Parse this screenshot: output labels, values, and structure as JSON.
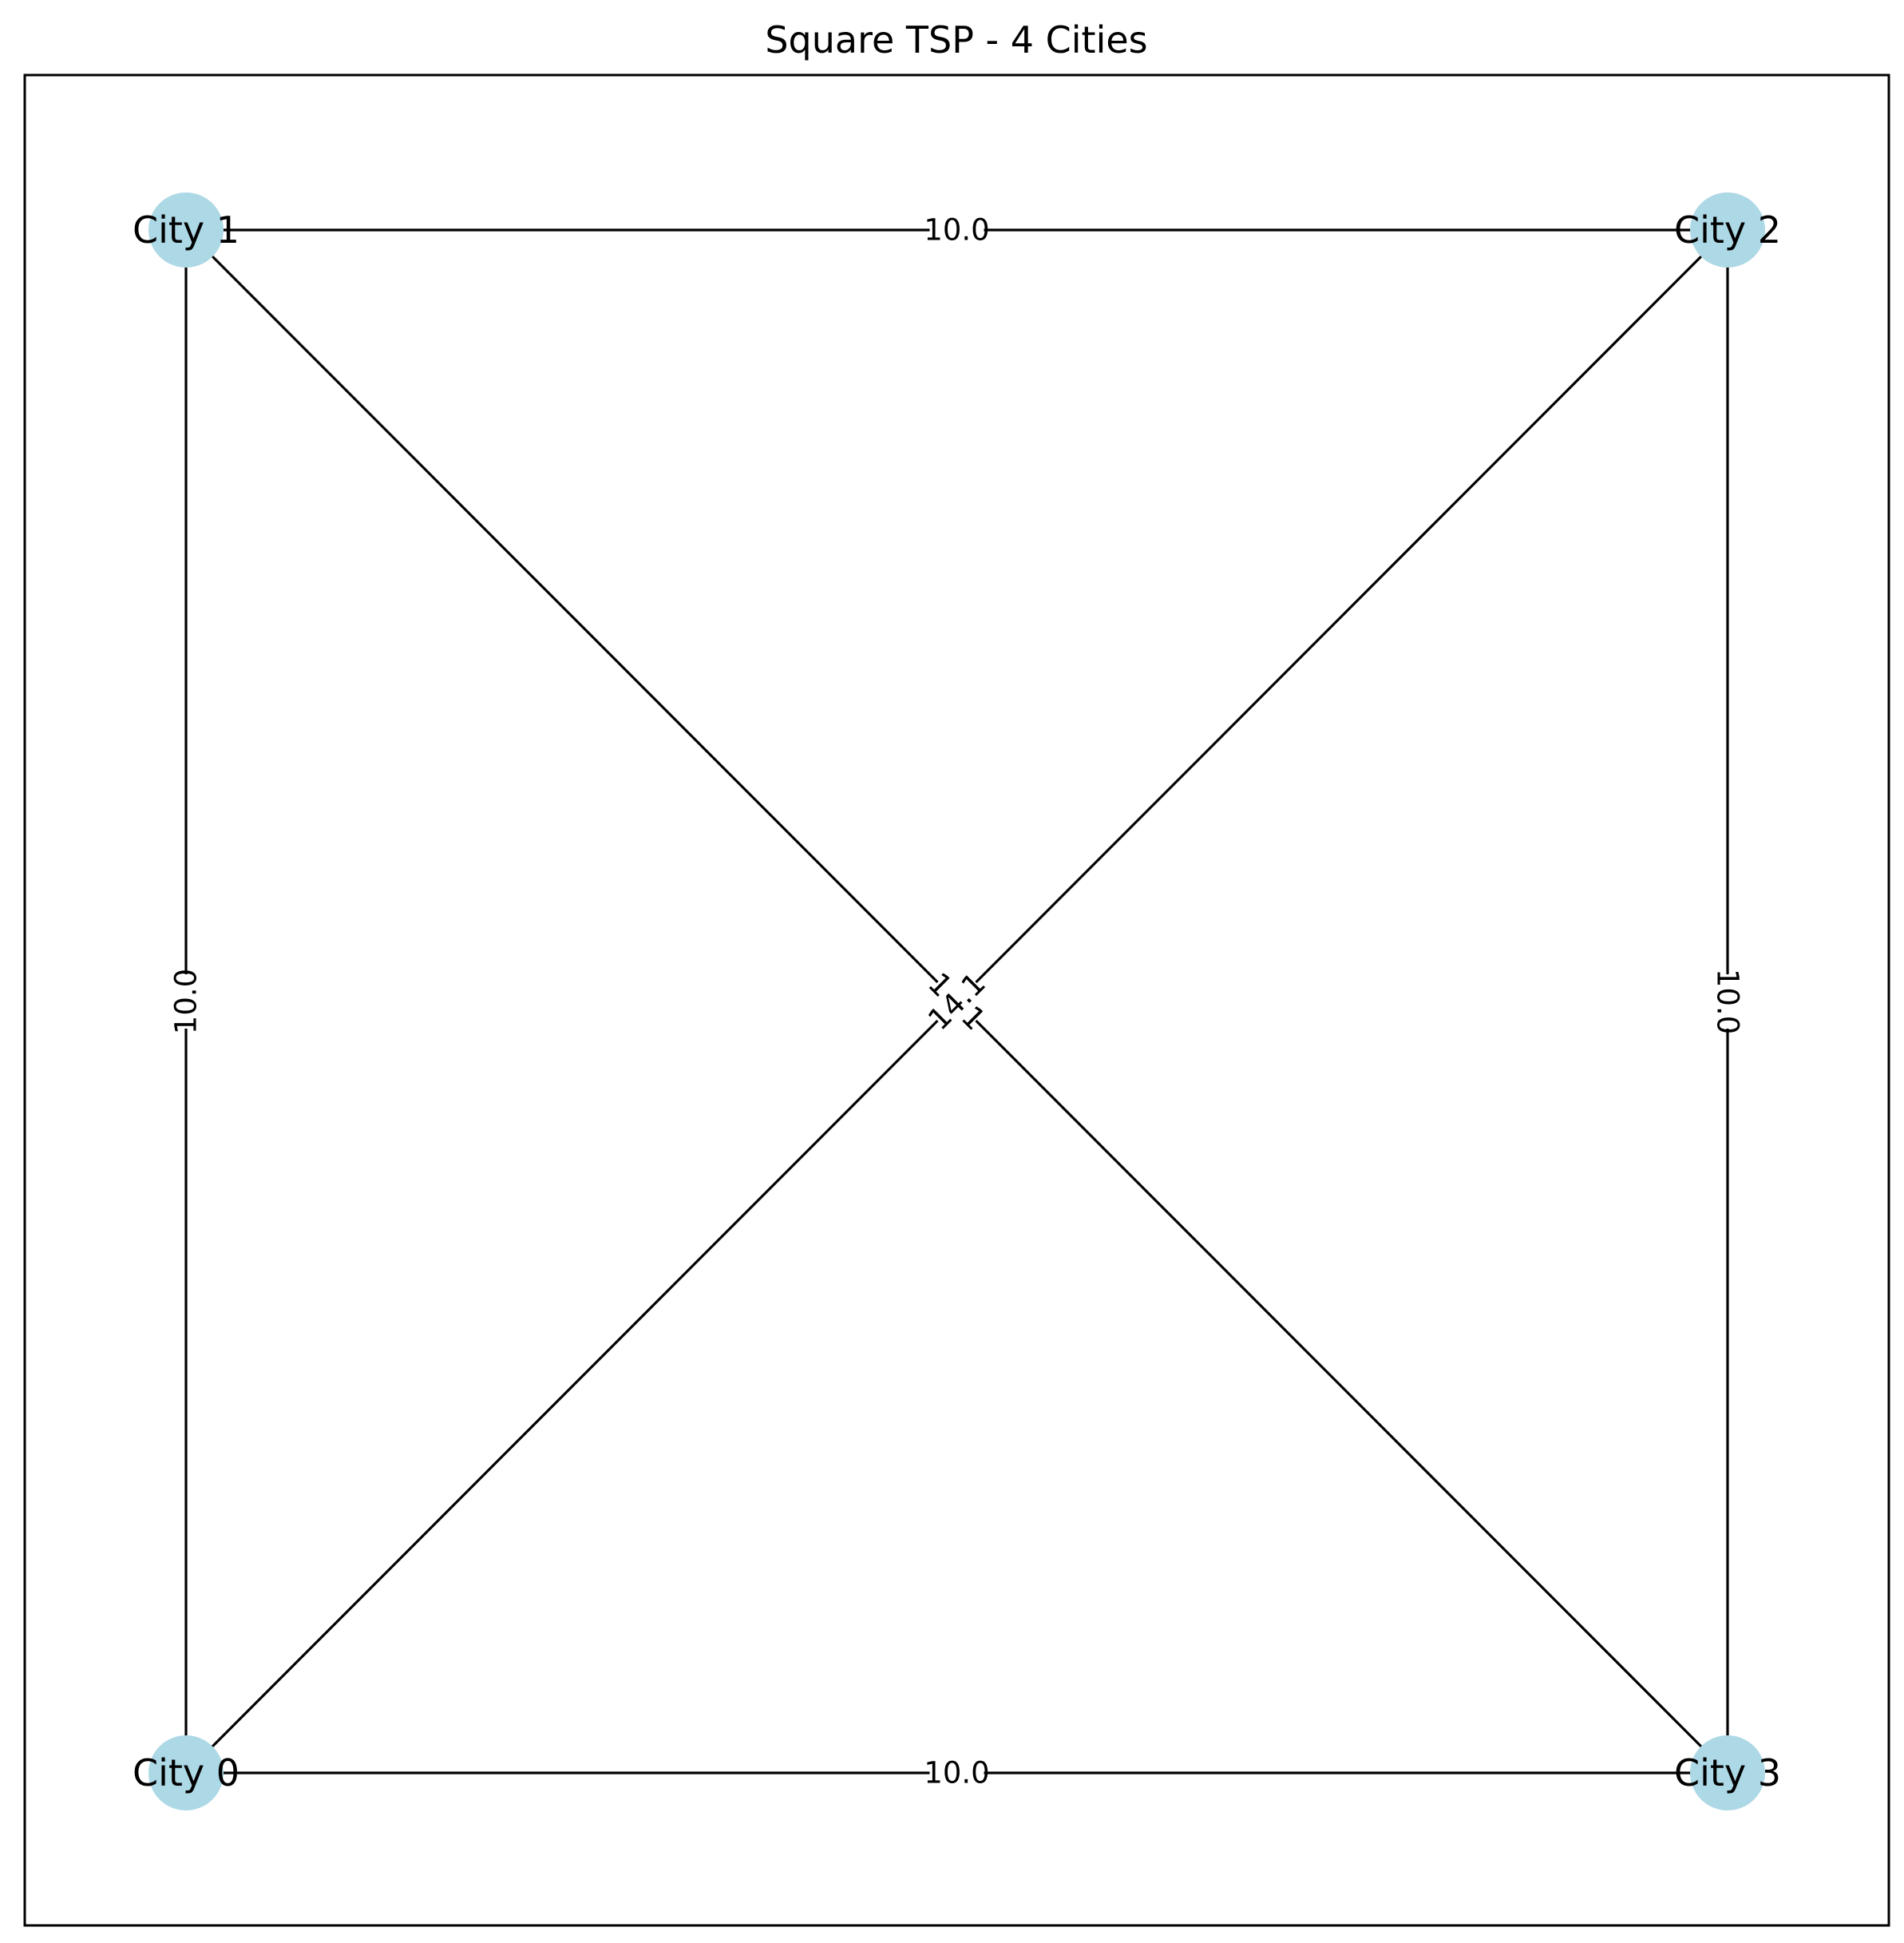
{
  "title": "Square TSP - 4 Cities",
  "colors": {
    "node_fill": "#add8e6",
    "edge": "#000000",
    "text": "#000000",
    "frame": "#000000",
    "background": "#ffffff"
  },
  "nodes": [
    {
      "id": "0",
      "label": "City 0"
    },
    {
      "id": "1",
      "label": "City 1"
    },
    {
      "id": "2",
      "label": "City 2"
    },
    {
      "id": "3",
      "label": "City 3"
    }
  ],
  "edges": [
    {
      "from": "0",
      "to": "1",
      "weight_label": "10.0"
    },
    {
      "from": "1",
      "to": "2",
      "weight_label": "10.0"
    },
    {
      "from": "2",
      "to": "3",
      "weight_label": "10.0"
    },
    {
      "from": "0",
      "to": "3",
      "weight_label": "10.0"
    },
    {
      "from": "1",
      "to": "3",
      "weight_label": "14.1"
    },
    {
      "from": "0",
      "to": "2",
      "weight_label": "14.1"
    }
  ]
}
